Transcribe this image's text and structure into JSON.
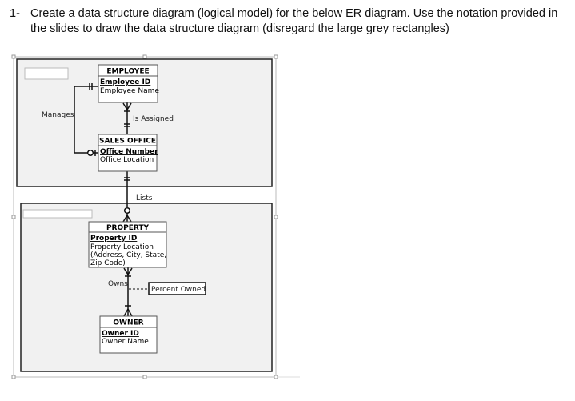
{
  "question": {
    "number": "1-",
    "line1": "Create a data structure diagram (logical model) for the below ER diagram. Use the notation provided in",
    "line2": "the slides to draw the data structure diagram (disregard the large grey rectangles)"
  },
  "diagram": {
    "entities": {
      "employee": {
        "title": "EMPLOYEE",
        "key": "Employee ID",
        "attributes": [
          "Employee Name"
        ]
      },
      "sales_office": {
        "title": "SALES OFFICE",
        "key": "Office Number",
        "attributes": [
          "Office Location"
        ]
      },
      "property": {
        "title": "PROPERTY",
        "key": "Property ID",
        "attributes": [
          "Property Location",
          "(Address, City, State,",
          "Zip Code)"
        ]
      },
      "owner": {
        "title": "OWNER",
        "key": "Owner ID",
        "attributes": [
          "Owner Name"
        ]
      }
    },
    "relationships": {
      "manages": "Manages",
      "is_assigned": "Is Assigned",
      "lists": "Lists",
      "owns": "Owns"
    },
    "associative_attribute": "Percent Owned",
    "colors": {
      "group_fill": "#f1f1f1",
      "group_border": "#222222",
      "selection_border": "#bbbbbb",
      "line": "#111111"
    }
  }
}
